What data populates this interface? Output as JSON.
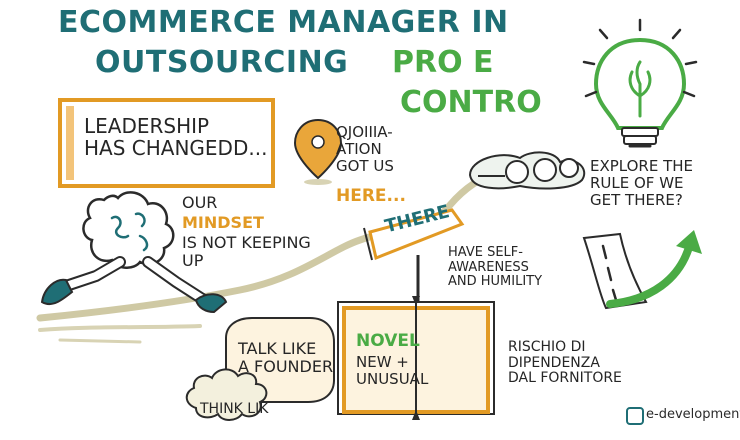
{
  "title": {
    "line1": "ECOMMERCE MANAGER IN",
    "line2": "OUTSOURCING",
    "line2b": "PRO E",
    "line3": "CONTRO"
  },
  "notes": {
    "leadership": "LEADERSHIP\nHAS CHANGEDD...",
    "mindset_a": "OUR",
    "mindset_b": "MINDSET",
    "mindset_c": "IS NOT KEEPING\nUP",
    "location_a": "QJOIIIA-\nATION\nGOT US",
    "location_b": "HERE...",
    "explore": "EXPLORE THE\nRULE OF WE\nGET THERE?",
    "sign": "THERE",
    "selfawareness": "HAVE SELF-\nAWARENESS\nAND HUMILITY",
    "book_a": "NOVEL",
    "book_b": "NEW +\nUNUSUAL",
    "rischio": "RISCHIO DI\nDIPENDENZA\nDAL FORNITORE",
    "talk": "TALK LIKE\nA FOUNDER",
    "think": "THINK LIK"
  },
  "logo": {
    "text": "e-development"
  },
  "colors": {
    "teal": "#1f6e75",
    "green": "#4aab45",
    "orange": "#e29a24",
    "ink": "#262626",
    "path": "#cfc9a4"
  }
}
